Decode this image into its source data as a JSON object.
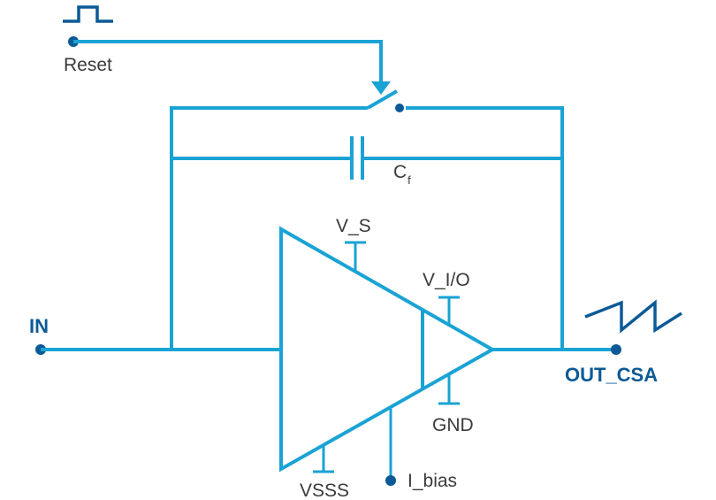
{
  "labels": {
    "reset": "Reset",
    "cf_main": "C",
    "cf_sub": "f",
    "v_s": "V_S",
    "v_io": "V_I/O",
    "gnd": "GND",
    "vsss": "VSSS",
    "i_bias": "I_bias",
    "in": "IN",
    "out": "OUT_CSA"
  },
  "colors": {
    "wire": "#1AA3D4",
    "node": "#0B5A96",
    "port_text": "#0B5A96",
    "text": "#3a3a3a"
  },
  "icons": {
    "reset_pulse": "square-pulse-icon",
    "output_wave": "sawtooth-wave-icon",
    "reset_arrow": "arrow-down-icon"
  }
}
